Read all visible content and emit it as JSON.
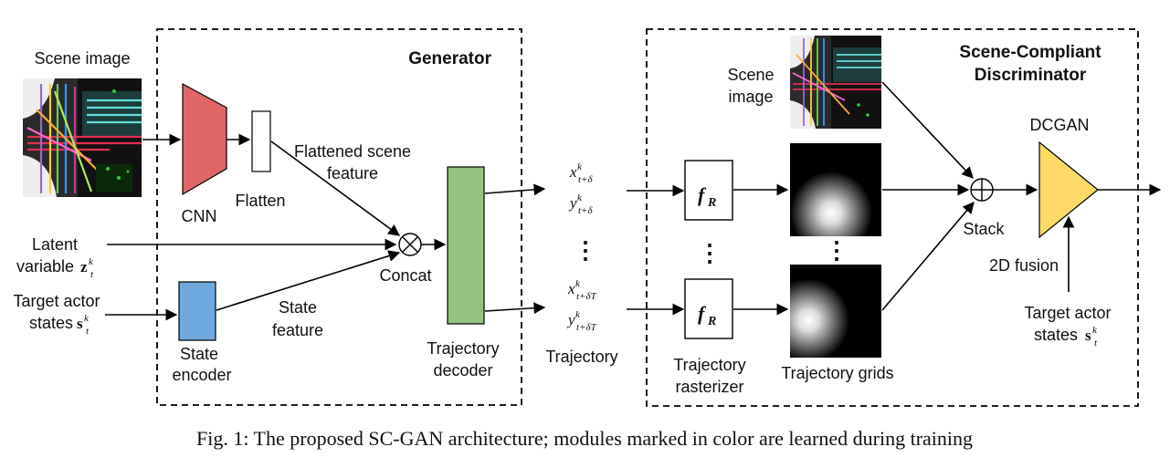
{
  "generator": {
    "title": "Generator",
    "scene_image_label": "Scene image",
    "cnn_label": "CNN",
    "flatten_label": "Flatten",
    "flattened_feature_label_1": "Flattened scene",
    "flattened_feature_label_2": "feature",
    "latent_label_1": "Latent",
    "latent_label_2": "variable",
    "target_label_1": "Target actor",
    "target_label_2": "states",
    "state_encoder_label_1": "State",
    "state_encoder_label_2": "encoder",
    "state_feature_label_1": "State",
    "state_feature_label_2": "feature",
    "concat_label": "Concat",
    "decoder_label_1": "Trajectory",
    "decoder_label_2": "decoder"
  },
  "trajectory": {
    "label": "Trajectory",
    "x1": "x",
    "x1_sub": "t+δ",
    "y1": "y",
    "y1_sub": "t+δ",
    "x2": "x",
    "x2_sub": "t+δT",
    "y2": "y",
    "y2_sub": "t+δT",
    "sup": "k",
    "ellipsis": "⋮"
  },
  "discriminator": {
    "title_1": "Scene-Compliant",
    "title_2": "Discriminator",
    "scene_image_label_1": "Scene",
    "scene_image_label_2": "image",
    "rasterizer_func": "f",
    "rasterizer_func_sub": "R",
    "rasterizer_label_1": "Trajectory",
    "rasterizer_label_2": "rasterizer",
    "grids_label": "Trajectory grids",
    "stack_label": "Stack",
    "dcgan_label": "DCGAN",
    "fusion_label": "2D fusion",
    "target_label_1": "Target actor",
    "target_label_2": "states"
  },
  "symbols": {
    "z": "z",
    "s": "s",
    "k": "k",
    "t": "t"
  },
  "colors": {
    "cnn": "#e06666",
    "state_encoder": "#6fa8dc",
    "decoder": "#93c47d",
    "dcgan": "#ffd966"
  },
  "caption": "Fig. 1: The proposed SC-GAN architecture; modules marked in color are learned during training"
}
